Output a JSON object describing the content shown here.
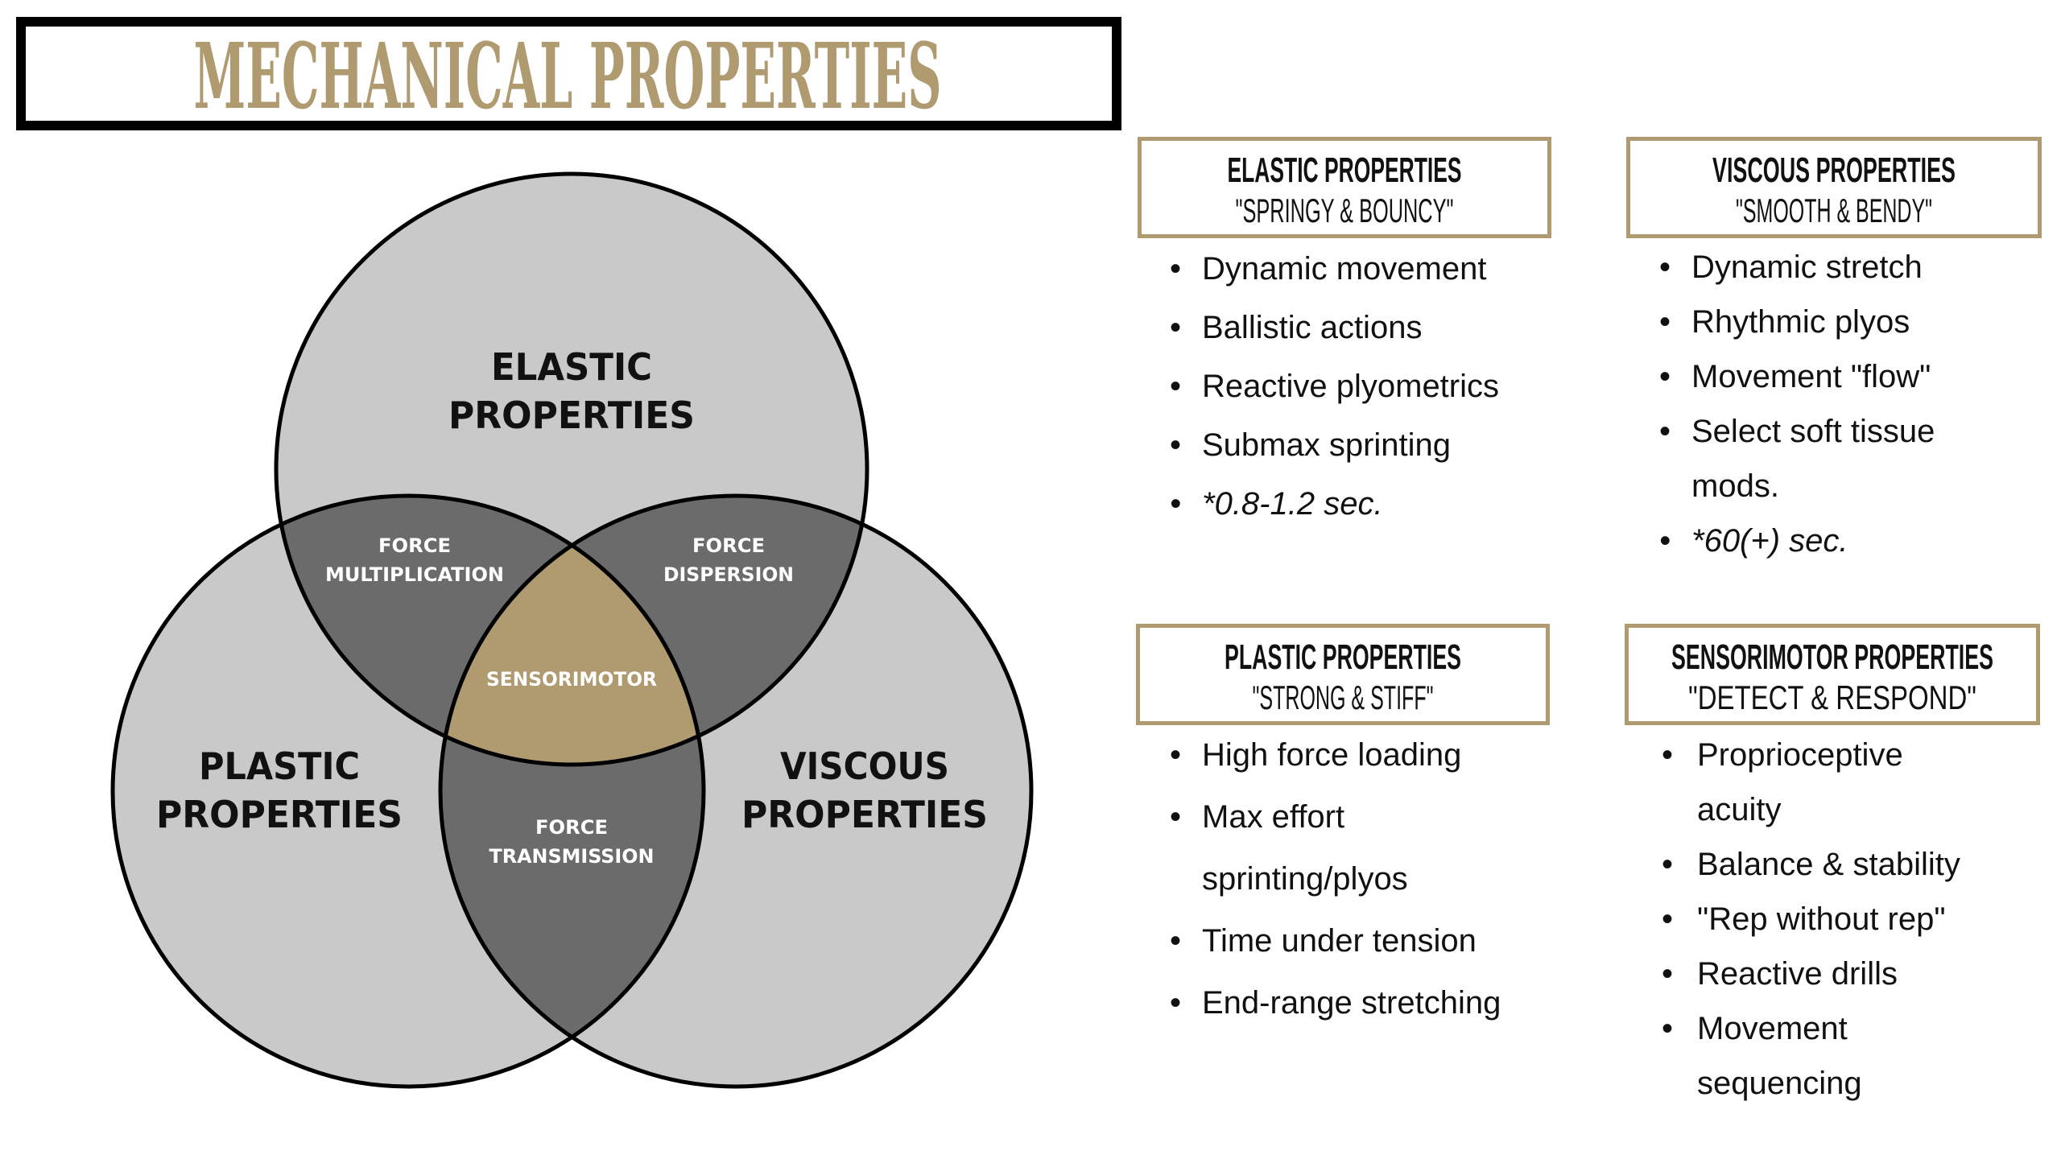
{
  "title": "MECHANICAL PROPERTIES",
  "colors": {
    "gold": "#b09a70",
    "light_gray": "#c9c9c9",
    "dark_gray": "#6b6b6b",
    "black": "#000000"
  },
  "venn": {
    "elastic": [
      "ELASTIC",
      "PROPERTIES"
    ],
    "plastic": [
      "PLASTIC",
      "PROPERTIES"
    ],
    "viscous": [
      "VISCOUS",
      "PROPERTIES"
    ],
    "force_multiplication": [
      "FORCE",
      "MULTIPLICATION"
    ],
    "force_dispersion": [
      "FORCE",
      "DISPERSION"
    ],
    "force_transmission": [
      "FORCE",
      "TRANSMISSION"
    ],
    "center": "SENSORIMOTOR"
  },
  "panels": {
    "elastic": {
      "title": "ELASTIC PROPERTIES",
      "subtitle": "\"SPRINGY & BOUNCY\"",
      "items": [
        "Dynamic movement",
        "Ballistic actions",
        "Reactive plyometrics",
        "Submax sprinting",
        "*0.8-1.2 sec."
      ]
    },
    "viscous": {
      "title": "VISCOUS PROPERTIES",
      "subtitle": "\"SMOOTH & BENDY\"",
      "items": [
        "Dynamic stretch",
        "Rhythmic plyos",
        "Movement \"flow\"",
        "Select soft tissue mods.",
        "*60(+) sec."
      ]
    },
    "plastic": {
      "title": "PLASTIC PROPERTIES",
      "subtitle": "\"STRONG & STIFF\"",
      "items": [
        "High force loading",
        "Max effort sprinting/plyos",
        "Time under tension",
        "End-range stretching"
      ]
    },
    "sensorimotor": {
      "title": "SENSORIMOTOR PROPERTIES",
      "subtitle": "\"DETECT & RESPOND\"",
      "items": [
        "Proprioceptive acuity",
        "Balance & stability",
        "\"Rep without rep\"",
        "Reactive drills",
        "Movement sequencing"
      ]
    }
  }
}
